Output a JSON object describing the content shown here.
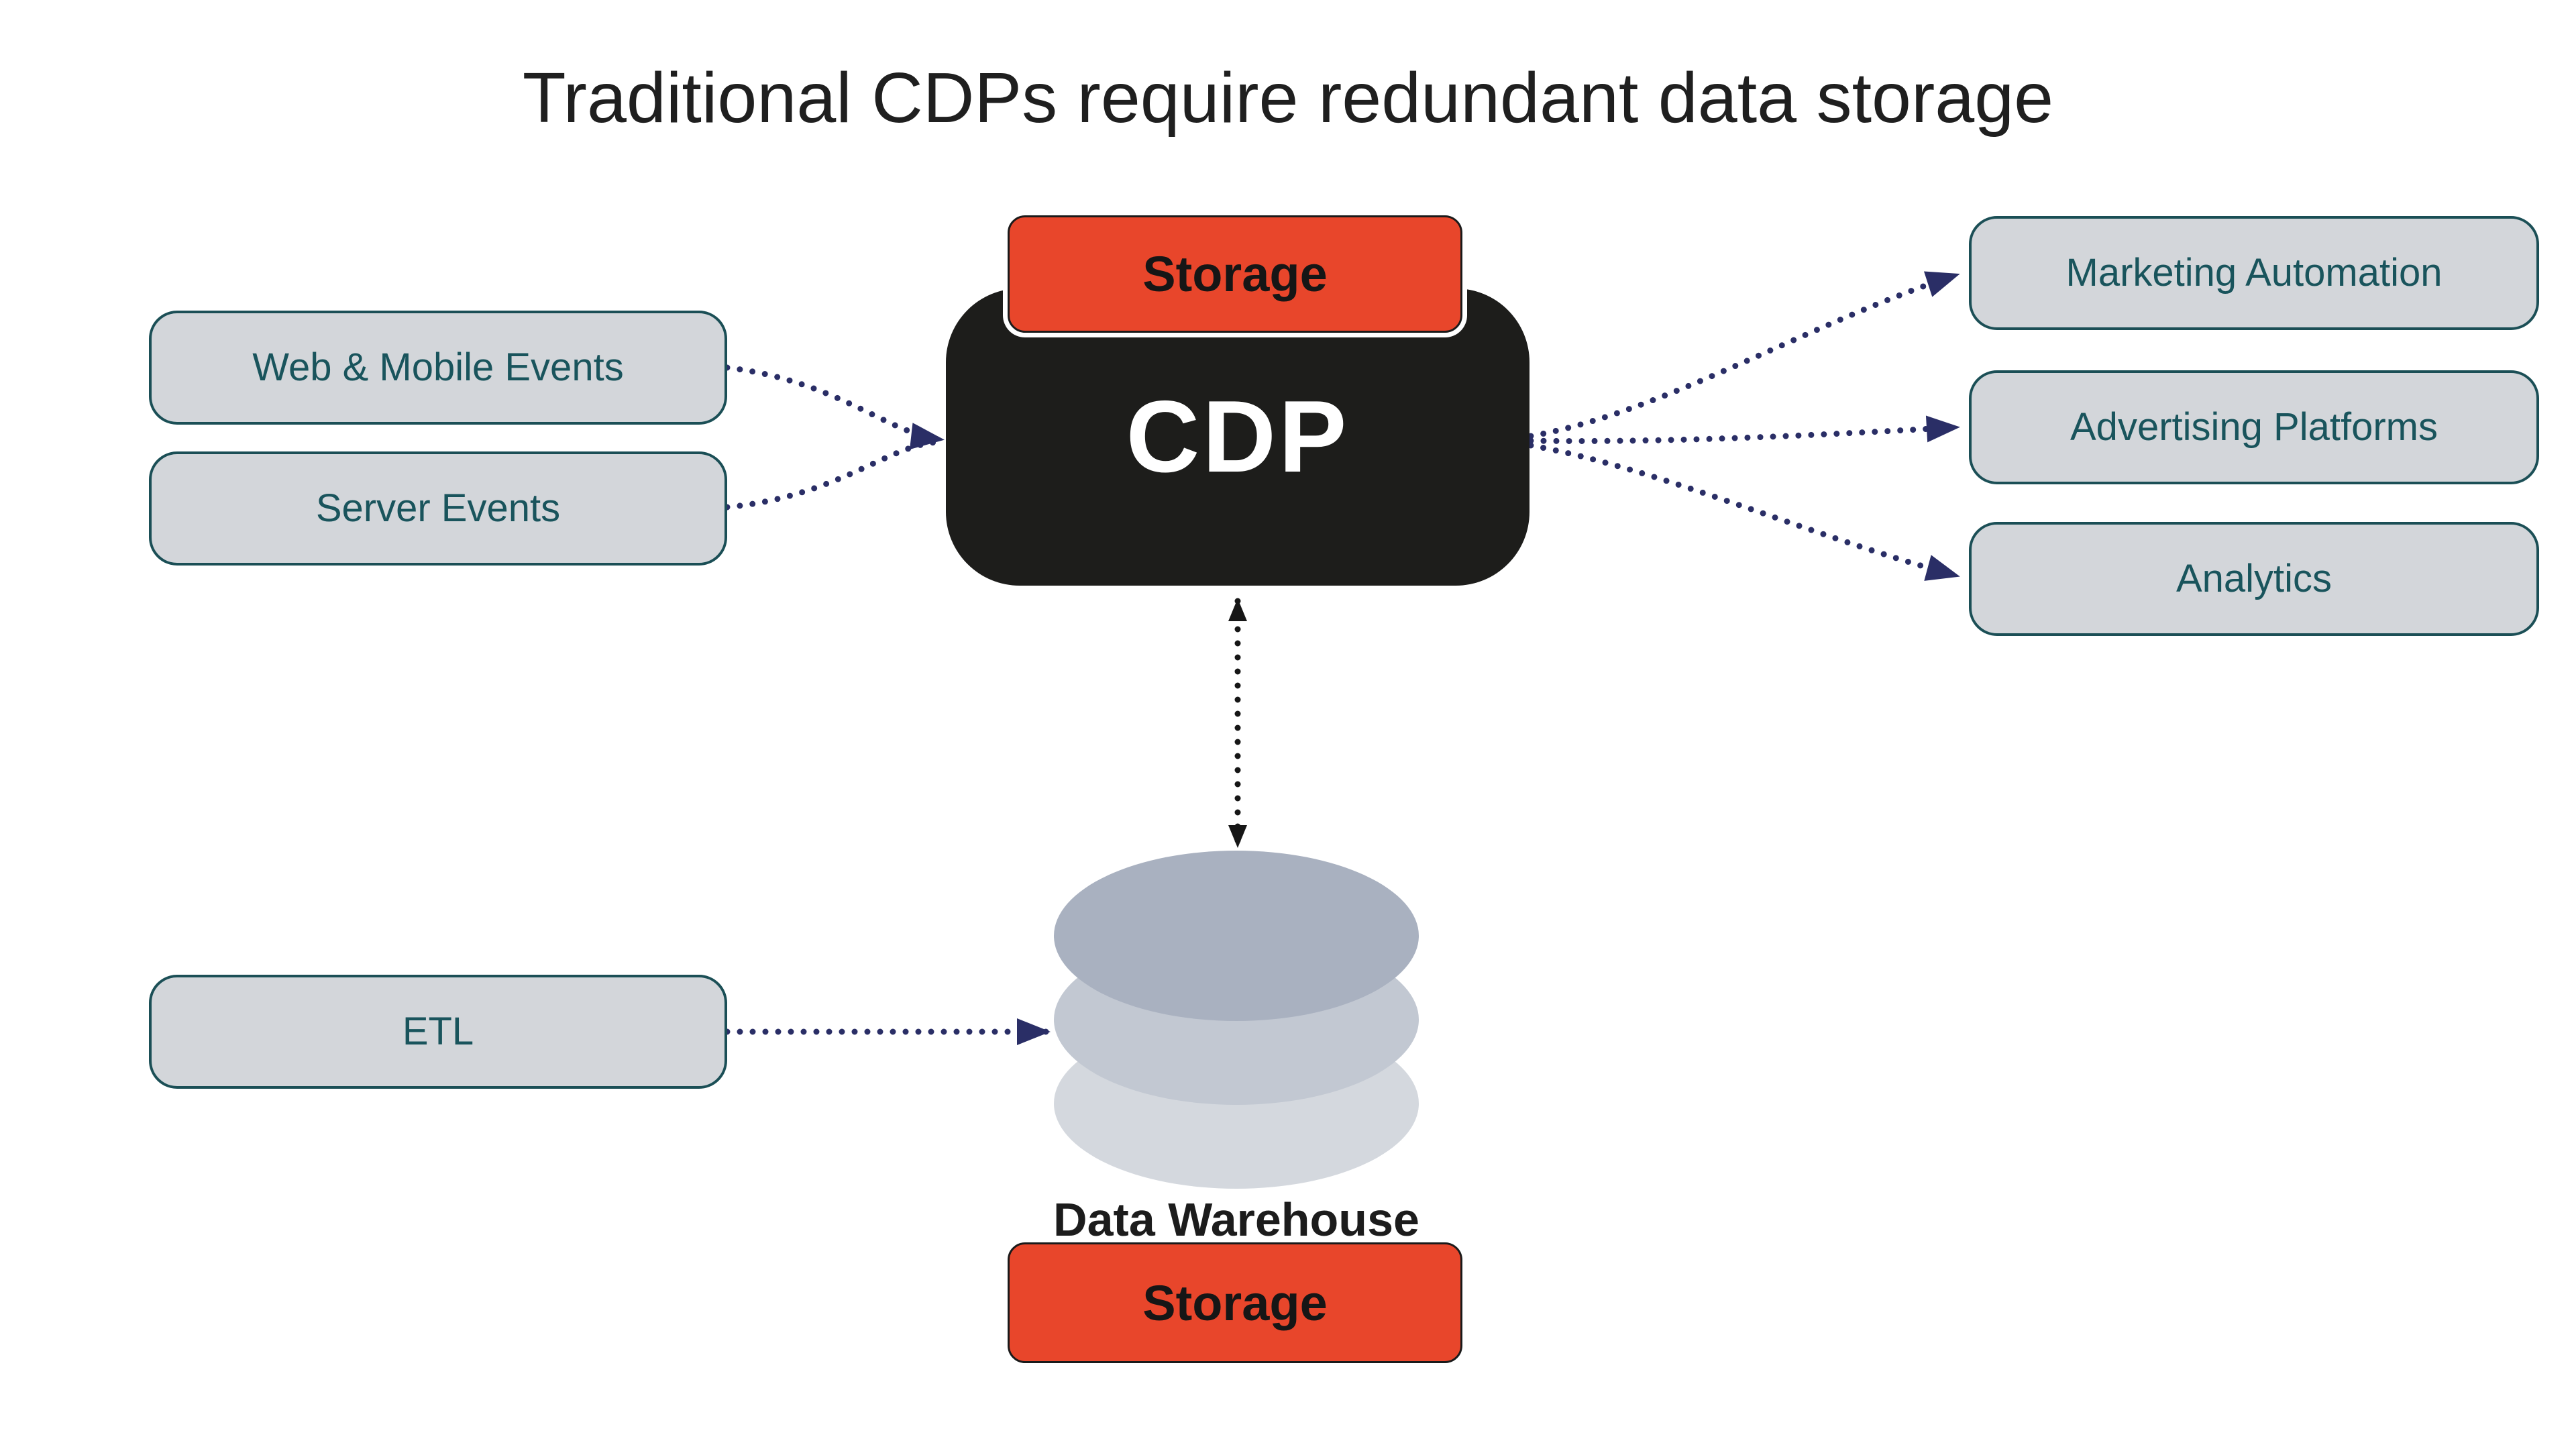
{
  "title": "Traditional CDPs require redundant data storage",
  "colors": {
    "accent": "#E8462B",
    "navy": "#2A2E66",
    "ink": "#1F1F1F",
    "black": "#1D1D1B",
    "nodefill": "#D3D6DA",
    "nodeborder": "#1B4F56",
    "nodetext": "#19545C",
    "cyl_top": "#A9B1C0",
    "cyl_mid": "#C2C8D2",
    "cyl_bottom": "#D4D8DE"
  },
  "cdp": {
    "label": "CDP",
    "storage_label": "Storage"
  },
  "sources": [
    {
      "label": "Web & Mobile Events"
    },
    {
      "label": "Server Events"
    },
    {
      "label": "ETL"
    }
  ],
  "destinations": [
    {
      "label": "Marketing Automation"
    },
    {
      "label": "Advertising Platforms"
    },
    {
      "label": "Analytics"
    }
  ],
  "warehouse": {
    "label": "Data Warehouse",
    "storage_label": "Storage",
    "icon": "database-cylinder"
  }
}
